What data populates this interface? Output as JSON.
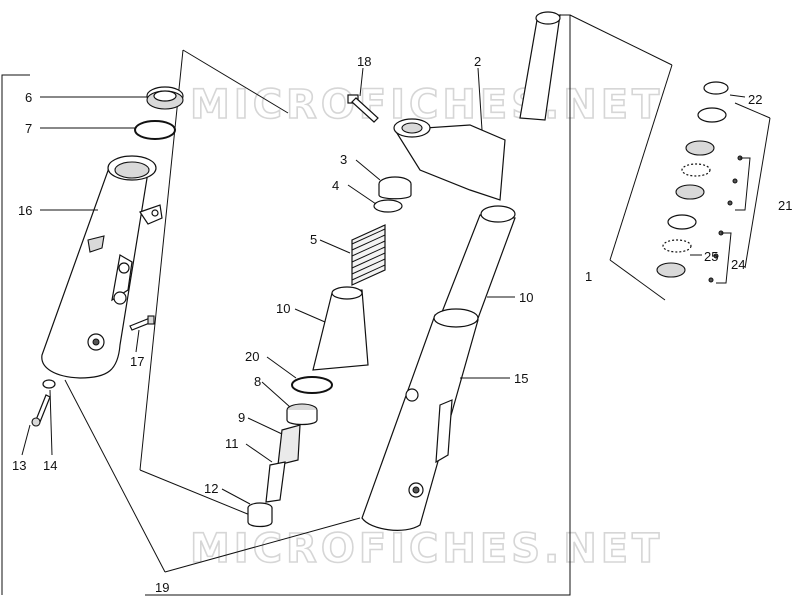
{
  "watermark": {
    "top": "MICROFICHES.NET",
    "bottom": "MICROFICHES.NET"
  },
  "labels": {
    "l1": "1",
    "l2": "2",
    "l3": "3",
    "l4": "4",
    "l5": "5",
    "l6": "6",
    "l7": "7",
    "l8": "8",
    "l9": "9",
    "l10a": "10",
    "l10b": "10",
    "l11": "11",
    "l12": "12",
    "l13": "13",
    "l14": "14",
    "l15": "15",
    "l16": "16",
    "l17": "17",
    "l18": "18",
    "l19": "19",
    "l20": "20",
    "l21": "21",
    "l22": "22",
    "l24": "24",
    "l25": "25"
  }
}
